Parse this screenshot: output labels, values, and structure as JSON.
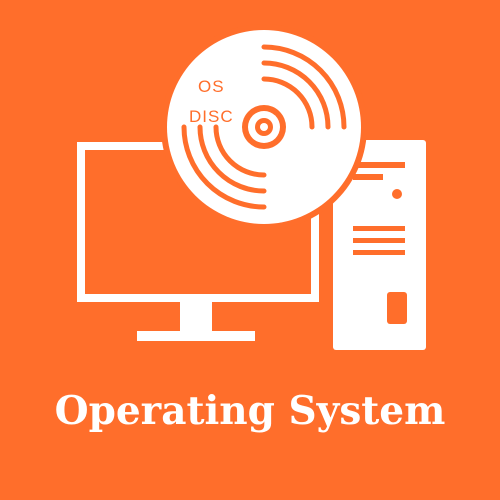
{
  "colors": {
    "background": "#FF6E2B",
    "foreground": "#FFFFFF"
  },
  "disc": {
    "icon": "cd-disc-icon",
    "line1": "OS",
    "line2": "DISC"
  },
  "monitor": {
    "icon": "monitor-icon"
  },
  "tower": {
    "icon": "computer-tower-icon"
  },
  "title": "Operating System"
}
